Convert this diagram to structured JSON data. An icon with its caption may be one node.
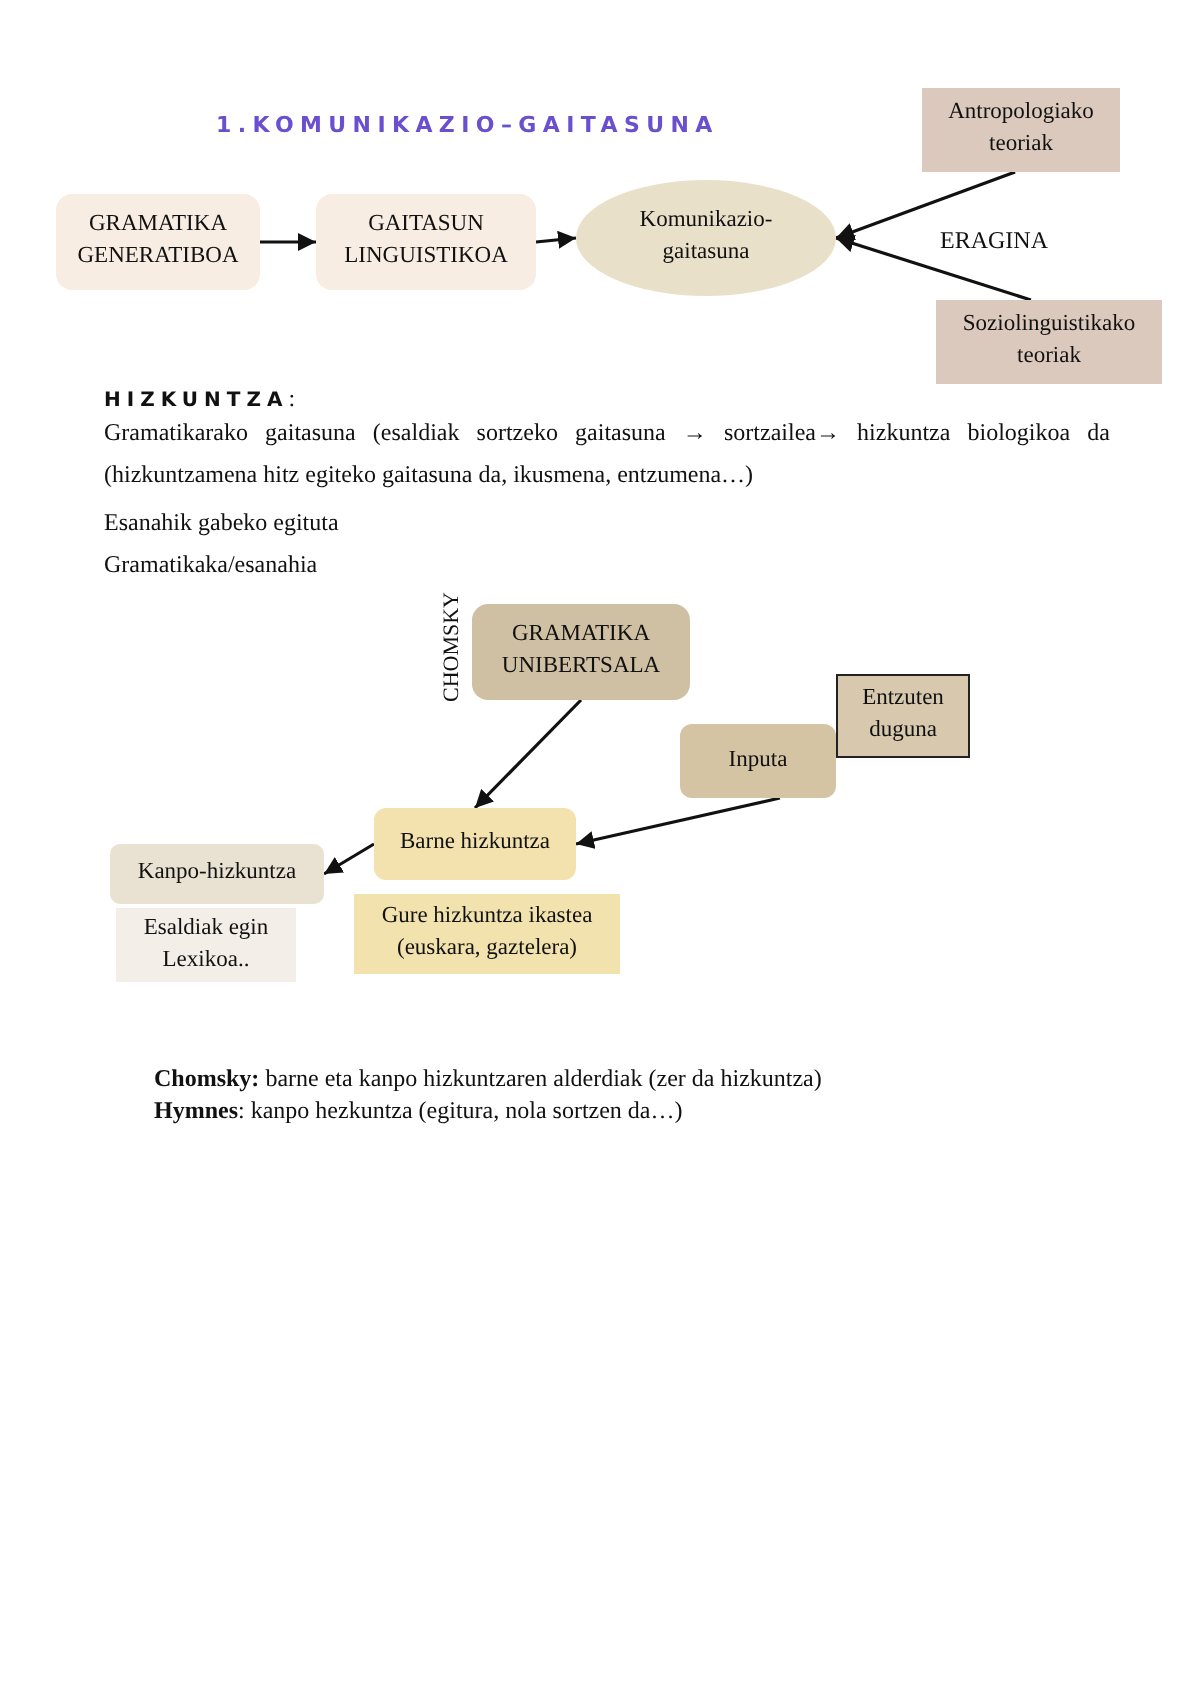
{
  "diagram": {
    "title": "1.KOMUNIKAZIO–GAITASUNA",
    "nodes": [
      {
        "text": [
          "GRAMATIKA GENERATIBOA"
        ]
      },
      {
        "text": [
          "GAITASUN LINGUISTIKOA"
        ]
      },
      {
        "text": [
          "Komunikazio-gaitasuna"
        ]
      },
      {
        "text": [
          "Antropologiako teoriak"
        ]
      },
      {
        "text": [
          "Soziolinguistikako teoriak"
        ]
      },
      {
        "text": [
          "GRAMATIKA UNIBERTSALA"
        ],
        "beside": [
          "CHOMSKY"
        ]
      },
      {
        "text": [
          "Inputa"
        ]
      },
      {
        "text": [
          "Entzuten duguna"
        ]
      },
      {
        "text": [
          "Barne hizkuntza"
        ]
      },
      {
        "text": [
          "Kanpo-hizkuntza"
        ]
      },
      {
        "text": [
          "Gure hizkuntza ikastea (euskara, gaztelera)"
        ]
      },
      {
        "text": [
          "Esaldiak egin Lexikoa.."
        ]
      }
    ],
    "edges": [
      {
        "from": 0,
        "to": 1,
        "arrow": "to"
      },
      {
        "from": 1,
        "to": 2,
        "arrow": "to"
      },
      {
        "from": 3,
        "to": 2,
        "arrow": "to"
      },
      {
        "from": 4,
        "to": 2,
        "arrow": "to"
      },
      {
        "from": 5,
        "to": 8,
        "arrow": "to"
      },
      {
        "from": 6,
        "to": 8,
        "arrow": "to"
      },
      {
        "from": 8,
        "to": 9,
        "arrow": "to"
      }
    ],
    "labels": [
      "ERAGINA",
      "**HIZKUNTZA**:",
      "Gramatikarako gaitasuna (esaldiak sortzeko gaitasuna → sortzailea→ hizkuntza biologikoa da (hizkuntzamena hitz egiteko gaitasuna da, ikusmena, entzumena…)",
      "Esanahik gabeko egituta",
      "Gramatikaka/esanahia",
      "**Chomsky:** barne eta kanpo hizkuntzaren alderdiak (zer da hizkuntza)",
      "**Hymnes**: kanpo hezkuntza (egitura, nola sortzen da…)"
    ]
  }
}
